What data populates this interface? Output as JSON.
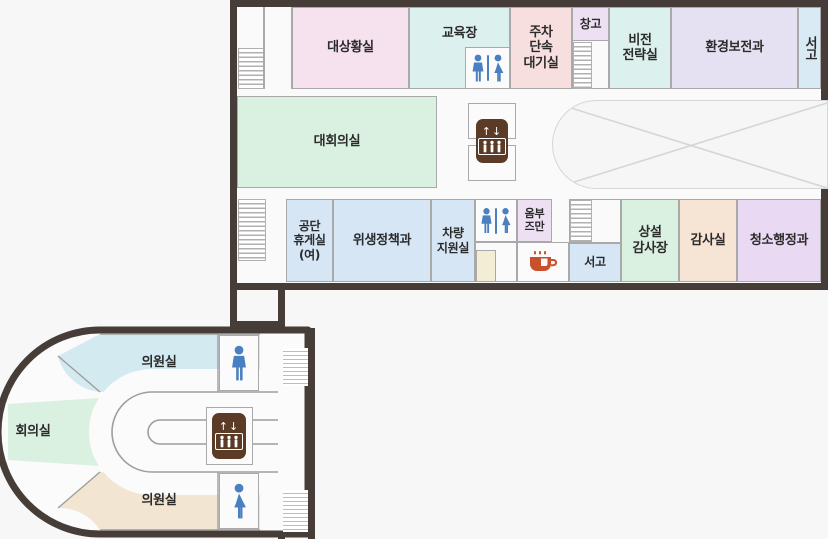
{
  "plan": {
    "title": "floor-plan",
    "palette": {
      "pink": "#f6e1ef",
      "mint": "#dcf0ed",
      "rose": "#f7dfdf",
      "lavender": "#e6e0f3",
      "light_blue": "#d6e6f5",
      "pale_green": "#daf0e0",
      "peach": "#f6e4d5",
      "violet": "#ead9f2",
      "pale_lilac": "#ece0f2",
      "ice_blue": "#d9eaf4",
      "cream": "#f2e6d3",
      "wall": "#463c38",
      "line": "#a9a9a9",
      "icon_blue": "#4a7fc1",
      "icon_brown": "#5b3a26",
      "cup_orange": "#c8502a",
      "floor": "#fafafa"
    }
  },
  "north_wing": {
    "top_row": [
      {
        "id": "daesanghwangsil",
        "label": "대상황실",
        "color": "#f6e1ef"
      },
      {
        "id": "gyoyukjang",
        "label": "교육장",
        "color": "#dcf0ed"
      },
      {
        "id": "juchadansok",
        "label": "주차\n단속\n대기실",
        "color": "#f7dfdf"
      },
      {
        "id": "changgo",
        "label": "창고",
        "color": "#ece0f2"
      },
      {
        "id": "bijeonjeonryaksil",
        "label": "비전\n전략실",
        "color": "#dcf0ed"
      },
      {
        "id": "hwangyeongbojeongwa",
        "label": "환경보전과",
        "color": "#e6e0f3"
      },
      {
        "id": "seogo-top",
        "label": "서고",
        "color": "#d9eaf4",
        "vertical": true
      }
    ],
    "middle_row": [
      {
        "id": "daehoeuisil",
        "label": "대회의실",
        "color": "#daf0e0"
      }
    ],
    "bottom_row": [
      {
        "id": "gongdanhyugesil",
        "label": "공단\n휴게실\n(여)",
        "color": "#d6e6f5"
      },
      {
        "id": "wisaengjeongchaekgwa",
        "label": "위생정책과",
        "color": "#d6e6f5"
      },
      {
        "id": "charyangjiwonsil",
        "label": "차량\n지원실",
        "color": "#d6e6f5"
      },
      {
        "id": "ombudsman",
        "label": "옴부\n즈만",
        "color": "#ece0f2"
      },
      {
        "id": "seogo-bottom",
        "label": "서고",
        "color": "#d6e6f5"
      },
      {
        "id": "sangseolgamsajang",
        "label": "상설\n감사장",
        "color": "#daf0e0"
      },
      {
        "id": "gamsasil",
        "label": "감사실",
        "color": "#f6e4d5"
      },
      {
        "id": "cheongsohaengjeonggwa",
        "label": "청소행정과",
        "color": "#ead9f2"
      }
    ]
  },
  "south_wing": {
    "rooms": [
      {
        "id": "uiwonsil-top",
        "label": "의원실",
        "color": "#d3eaf0"
      },
      {
        "id": "hoeuisil",
        "label": "회의실",
        "color": "#daf0e0"
      },
      {
        "id": "uiwonsil-bottom",
        "label": "의원실",
        "color": "#f2e6d3"
      }
    ]
  },
  "icons": {
    "restroom_mixed": "restroom-men-women-icon",
    "restroom_men": "restroom-men-icon",
    "restroom_women": "restroom-women-icon",
    "elevator": "elevator-icon",
    "stairs": "stairs-icon",
    "cafe": "coffee-cup-icon",
    "elevator_arrows": "↑↓"
  }
}
